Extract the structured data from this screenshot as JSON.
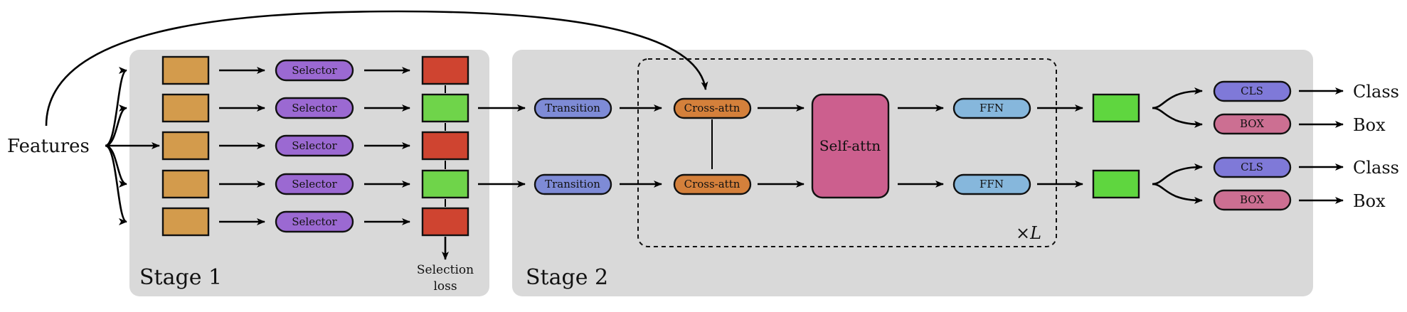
{
  "colors": {
    "panel": "#d9d9d9",
    "feature_block": "#d39b4c",
    "selector": "#9b69d2",
    "selected_red": "#cf4430",
    "selected_green": "#6fd44a",
    "transition": "#7e8bd6",
    "cross_attn": "#d4803b",
    "self_attn": "#cc5f8e",
    "ffn": "#86b7dc",
    "output_green": "#5fd63f",
    "cls": "#7f79d8",
    "box": "#cc6f92"
  },
  "input": {
    "label": "Features"
  },
  "stage1": {
    "title": "Stage 1",
    "rows": [
      {
        "selector_label": "Selector",
        "selected": false
      },
      {
        "selector_label": "Selector",
        "selected": true
      },
      {
        "selector_label": "Selector",
        "selected": false
      },
      {
        "selector_label": "Selector",
        "selected": true
      },
      {
        "selector_label": "Selector",
        "selected": false
      }
    ],
    "loss_label_line1": "Selection",
    "loss_label_line2": "loss"
  },
  "stage2": {
    "title": "Stage 2",
    "branches": [
      {
        "transition": "Transition",
        "cross_attn": "Cross-attn",
        "ffn": "FFN",
        "cls": "CLS",
        "box": "BOX",
        "cls_out": "Class",
        "box_out": "Box"
      },
      {
        "transition": "Transition",
        "cross_attn": "Cross-attn",
        "ffn": "FFN",
        "cls": "CLS",
        "box": "BOX",
        "cls_out": "Class",
        "box_out": "Box"
      }
    ],
    "self_attn": "Self-attn",
    "repeat_prefix": "×",
    "repeat_var": "L"
  }
}
